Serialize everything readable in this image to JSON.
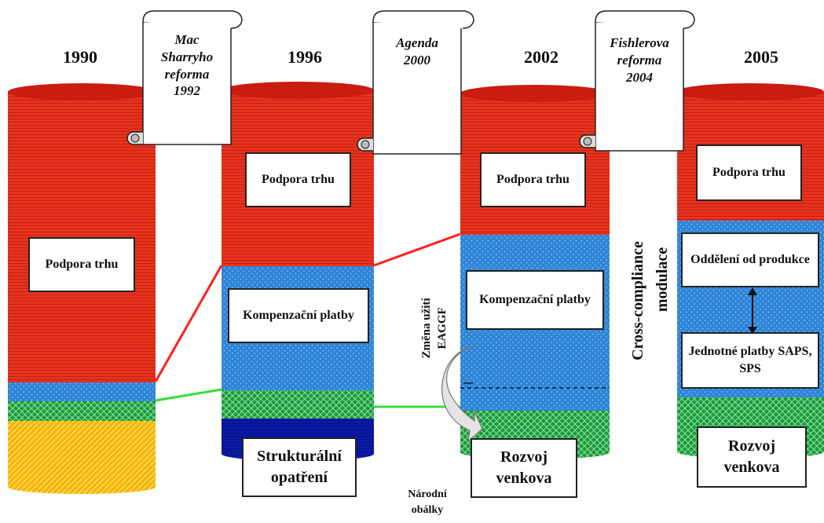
{
  "years": [
    "1990",
    "1996",
    "2002",
    "2005"
  ],
  "scrolls": [
    {
      "lines": [
        "Mac",
        "Sharryho",
        "reforma",
        "1992"
      ]
    },
    {
      "lines": [
        "Agenda",
        "2000"
      ]
    },
    {
      "lines": [
        "Fishlerova",
        "reforma",
        "2004"
      ]
    }
  ],
  "labels": {
    "market_support": "Podpora trhu",
    "compensation": "Kompenzační platby",
    "structural": "Strukturální opatření",
    "rural_dev": "Rozvoj venkova",
    "decoupling": "Oddělení od produkce",
    "single_payments": "Jednotné platby SAPS, SPS",
    "eaggf_change_1": "Změna užití",
    "eaggf_change_2": "EAGGF",
    "cross_compliance": "Cross-compliance",
    "modulation": "modulace",
    "national_envelopes_1": "Národní",
    "national_envelopes_2": "obálky"
  },
  "colors": {
    "red": "#e8321e",
    "blue": "#2f86d8",
    "green": "#1b9a3c",
    "yellow": "#f7b400",
    "navy": "#0b1aa6",
    "red_link": "#ff2020",
    "green_link": "#33e033"
  }
}
